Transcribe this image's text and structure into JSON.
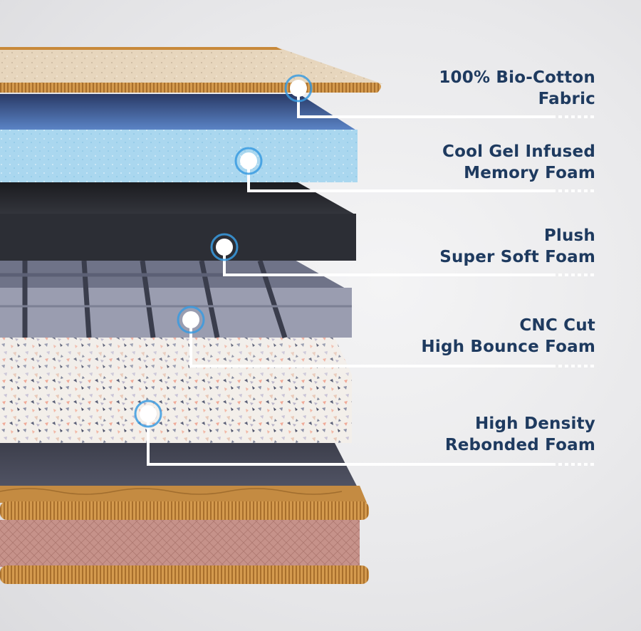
{
  "layers": [
    {
      "id": "bio-cotton-fabric",
      "lines": [
        "100% Bio-Cotton",
        "Fabric"
      ]
    },
    {
      "id": "cool-gel-memory-foam",
      "lines": [
        "Cool Gel Infused",
        "Memory Foam"
      ]
    },
    {
      "id": "plush-super-soft-foam",
      "lines": [
        "Plush",
        "Super Soft Foam"
      ]
    },
    {
      "id": "cnc-cut-high-bounce-foam",
      "lines": [
        "CNC Cut",
        "High Bounce Foam"
      ]
    },
    {
      "id": "high-density-rebonded-foam",
      "lines": [
        "High Density",
        "Rebonded Foam"
      ]
    }
  ],
  "colors": {
    "label_text": "#1e3a5f",
    "leader_line": "#ffffff",
    "marker_ring": "#3a9be0",
    "fabric": "#e6d3b8",
    "piping": "#c8893a",
    "gel_foam": "#a9d6ee",
    "plush_foam": "#2b2d33",
    "cnc_foam": "#8e91a4",
    "rebonded_foam": "#f1ede8",
    "base_side": "#c98f82"
  }
}
